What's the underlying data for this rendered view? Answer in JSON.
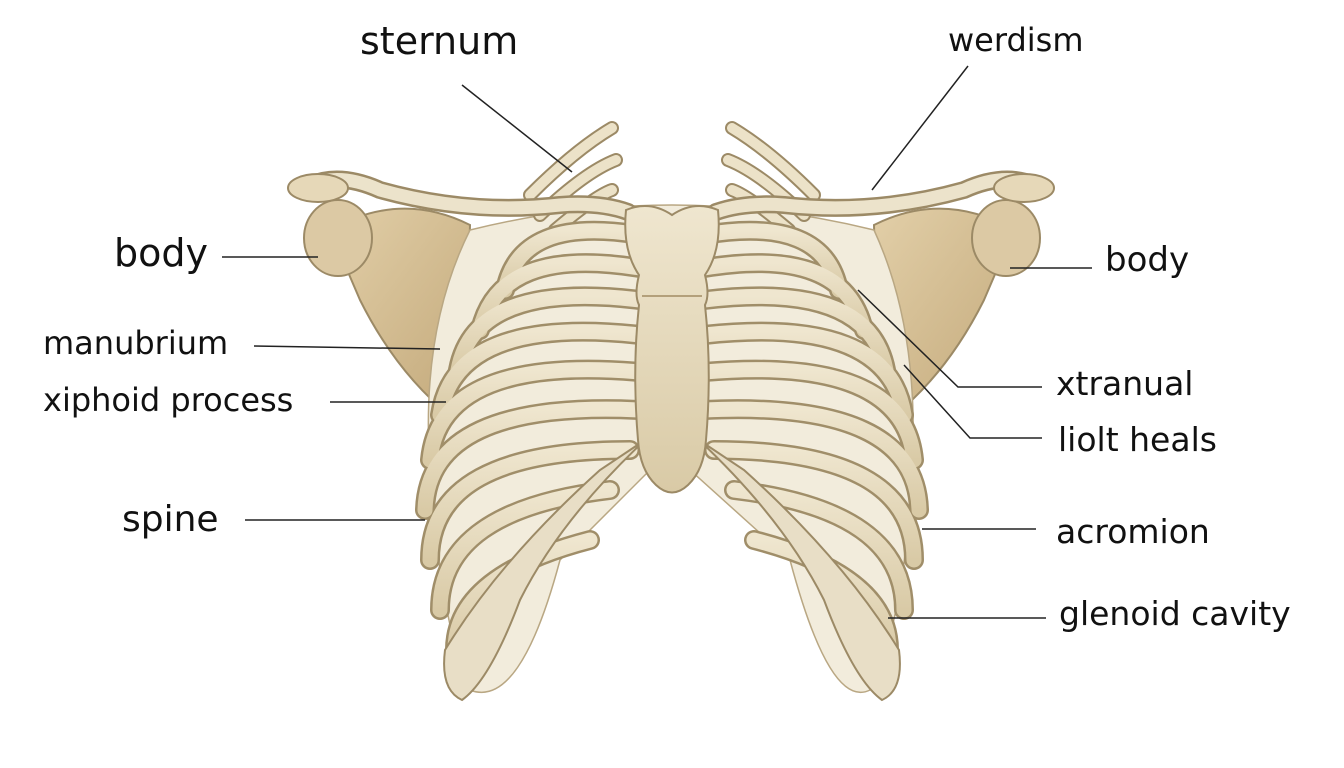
{
  "labels": {
    "sternum": "sternum",
    "werdism": "werdism",
    "body_left": "body",
    "body_right": "body",
    "manubrium": "manubrium",
    "xiphoid_process": "xiphoid process",
    "spine": "spine",
    "xtranual": "xtranual",
    "liolt_heals": "liolt heals",
    "acromion": "acromion",
    "glenoid_cavity": "glenoid cavity"
  },
  "colors": {
    "bone_fill": "#e6dcc2",
    "bone_stroke": "#9c8a66",
    "bone_shadow": "#c9b48e",
    "scapula_fill": "#d7c19a",
    "leader_line": "#222222",
    "label_text": "#111111",
    "background": "#ffffff"
  }
}
